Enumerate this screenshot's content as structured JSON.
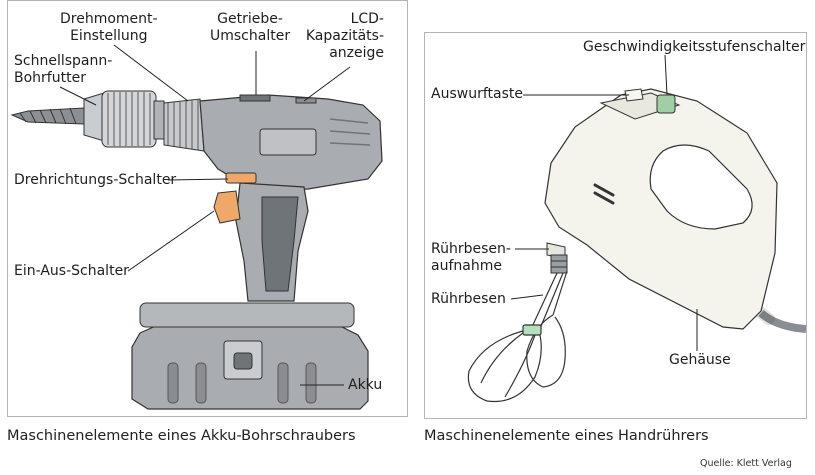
{
  "drill": {
    "labels": {
      "torque_line1": "Drehmoment-",
      "torque_line2": "Einstellung",
      "gear_line1": "Getriebe-",
      "gear_line2": "Umschalter",
      "lcd_line1": "LCD-",
      "lcd_line2": "Kapazitäts-",
      "lcd_line3": "anzeige",
      "chuck_line1": "Schnellspann-",
      "chuck_line2": "Bohrfutter",
      "direction": "Drehrichtungs-Schalter",
      "onoff": "Ein-Aus-Schalter",
      "battery": "Akku"
    },
    "caption": "Maschinenelemente eines Akku-Bohrschraubers"
  },
  "mixer": {
    "labels": {
      "speed": "Geschwindigkeitsstufenschalter",
      "eject": "Auswurftaste",
      "mount_line1": "Rührbesen-",
      "mount_line2": "aufnahme",
      "beaters": "Rührbesen",
      "housing": "Gehäuse"
    },
    "caption": "Maschinenelemente eines Handrührers"
  },
  "source": "Quelle: Klett Verlag",
  "colors": {
    "drill_body": "#a9adb1",
    "drill_dark": "#6f7478",
    "accent_orange": "#f0a868",
    "mixer_body": "#f4f4ec",
    "mixer_switch": "#9fd0a4"
  }
}
